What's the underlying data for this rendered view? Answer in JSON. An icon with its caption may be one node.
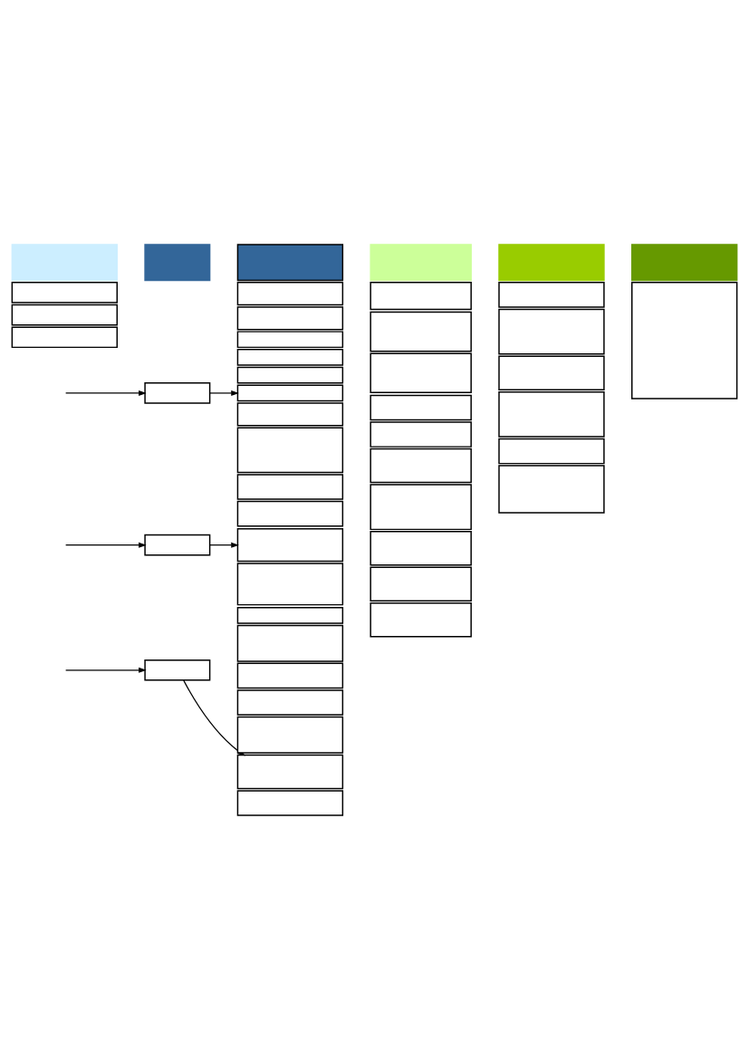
{
  "diagram": {
    "nodes": [
      {
        "text": [],
        "shape": "box"
      },
      {
        "text": [],
        "shape": "box"
      },
      {
        "text": [],
        "shape": "box"
      },
      {
        "text": [],
        "shape": "box"
      },
      {
        "text": [],
        "shape": "box"
      },
      {
        "text": [],
        "shape": "box"
      },
      {
        "text": [],
        "shape": "box"
      },
      {
        "text": [],
        "shape": "box"
      },
      {
        "text": [],
        "shape": "box"
      },
      {
        "text": [],
        "shape": "box"
      },
      {
        "text": [],
        "shape": "box"
      },
      {
        "text": [],
        "shape": "box"
      },
      {
        "text": [],
        "shape": "box"
      },
      {
        "text": [],
        "shape": "box"
      },
      {
        "text": [],
        "shape": "box"
      },
      {
        "text": [],
        "shape": "box"
      },
      {
        "text": [],
        "shape": "box"
      },
      {
        "text": [],
        "shape": "box"
      },
      {
        "text": [],
        "shape": "box"
      },
      {
        "text": [],
        "shape": "box"
      },
      {
        "text": [],
        "shape": "box"
      },
      {
        "text": [],
        "shape": "box"
      },
      {
        "text": [],
        "shape": "box"
      },
      {
        "text": [],
        "shape": "box"
      },
      {
        "text": [],
        "shape": "box"
      },
      {
        "text": [],
        "shape": "box"
      },
      {
        "text": [],
        "shape": "box"
      },
      {
        "text": [],
        "shape": "box"
      },
      {
        "text": [],
        "shape": "box"
      },
      {
        "text": [],
        "shape": "box"
      },
      {
        "text": [],
        "shape": "box"
      },
      {
        "text": [],
        "shape": "box"
      },
      {
        "text": [],
        "shape": "box"
      },
      {
        "text": [],
        "shape": "box"
      },
      {
        "text": [],
        "shape": "box"
      },
      {
        "text": [],
        "shape": "box"
      },
      {
        "text": [],
        "shape": "box"
      },
      {
        "text": [],
        "shape": "box"
      },
      {
        "text": [],
        "shape": "box"
      },
      {
        "text": [],
        "shape": "box"
      },
      {
        "text": [],
        "shape": "box"
      },
      {
        "text": [],
        "shape": "box"
      },
      {
        "text": [],
        "shape": "box"
      },
      {
        "text": [],
        "shape": "box"
      },
      {
        "text": [],
        "shape": "box"
      },
      {
        "text": [],
        "shape": "box"
      },
      {
        "text": [],
        "shape": "box"
      },
      {
        "text": [],
        "shape": "box"
      }
    ],
    "edges": [
      {
        "from": null,
        "to": 9,
        "arrow": "to"
      },
      {
        "from": 9,
        "to": 17,
        "arrow": "to"
      },
      {
        "from": null,
        "to": 10,
        "arrow": "to"
      },
      {
        "from": 10,
        "to": 22,
        "arrow": "to"
      },
      {
        "from": null,
        "to": 11,
        "arrow": "to"
      },
      {
        "from": 11,
        "to": 29,
        "arrow": "to"
      }
    ]
  }
}
